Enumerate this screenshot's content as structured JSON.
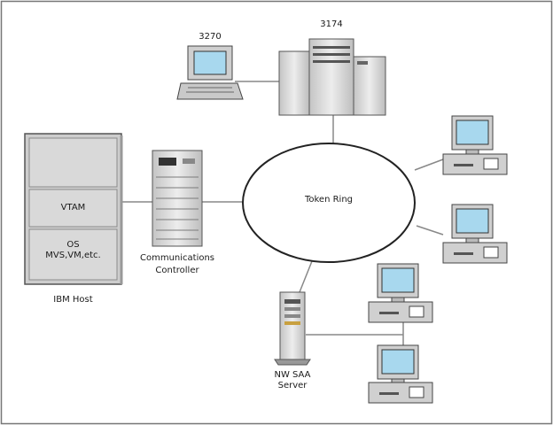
{
  "labels": {
    "terminal": "3270",
    "cluster_controller": "3174",
    "vtam": "VTAM",
    "os_line1": "OS",
    "os_line2": "MVS,VM,etc.",
    "ibm_host": "IBM Host",
    "comm_line1": "Communications",
    "comm_line2": "Controller",
    "token_ring": "Token Ring",
    "server_line1": "NW SAA",
    "server_line2": "Server"
  }
}
